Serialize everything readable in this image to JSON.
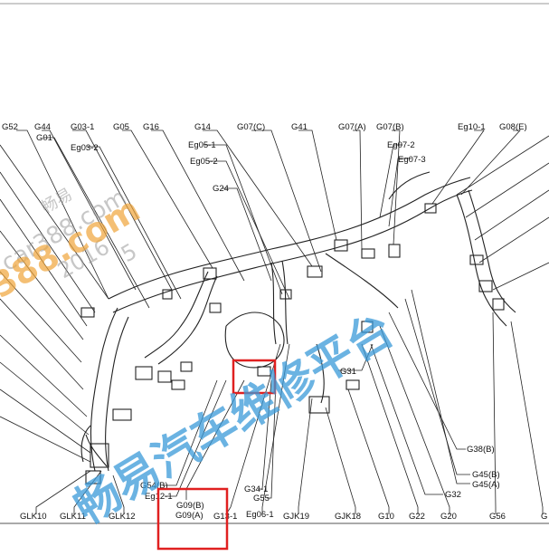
{
  "labels": {
    "top": [
      "G52",
      "G44",
      "G03-1",
      "G05",
      "G16",
      "G14",
      "G07(C)",
      "G41",
      "G07(A)",
      "G07(B)",
      "Eg10-1",
      "G08(E)"
    ],
    "upper": [
      "G01",
      "Eg03-2",
      "Eg05-1",
      "Eg05-2",
      "G24",
      "Eg07-2",
      "Eg07-3"
    ],
    "mid": [
      "G31",
      "G38(B)",
      "G45(B)",
      "G45(A)",
      "G32",
      "G34-1",
      "G55",
      "G54(B)",
      "Eg12-1"
    ],
    "bottom": [
      "GLK10",
      "GLK11",
      "GLK12",
      "G09(B)",
      "G09(A)",
      "G13-1",
      "Eg06-1",
      "GJK19",
      "GJK18",
      "G10",
      "G22",
      "G20",
      "G56",
      "G"
    ]
  },
  "watermark": {
    "cn_small": "畅易",
    "site": "car388.com",
    "phone": "2016",
    "phone2": "5",
    "site_big": "388.com",
    "cn_big": "畅易汽车维修平台"
  },
  "colors": {
    "line": "#222222",
    "highlight": "#e02020",
    "watermark_blue": "#3a9ad9"
  }
}
